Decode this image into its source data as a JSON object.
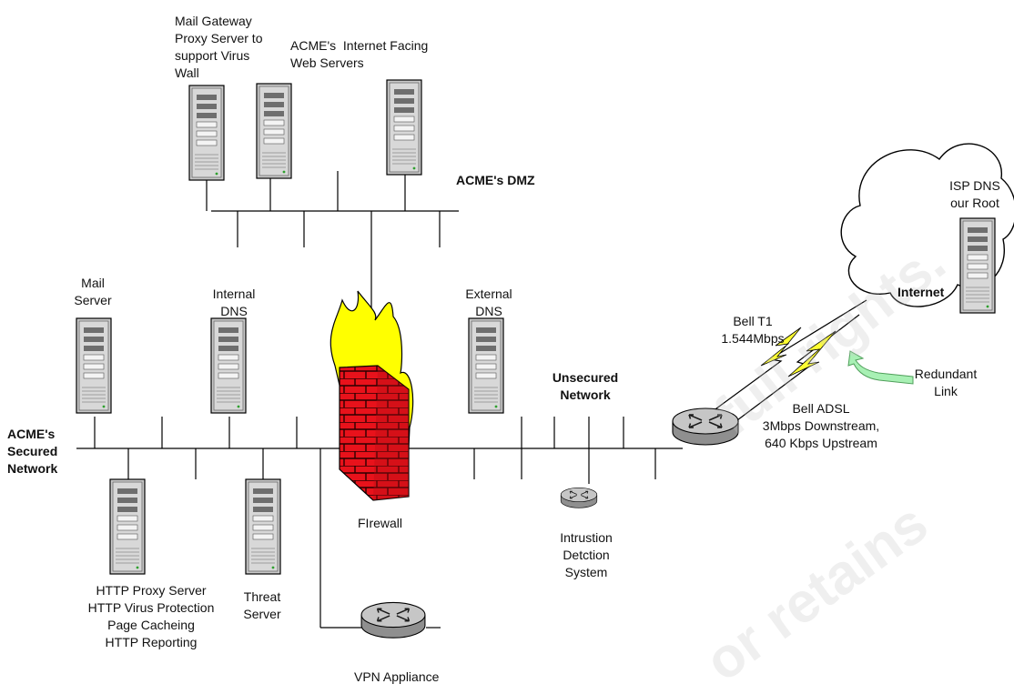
{
  "labels": {
    "mail_gateway": "Mail Gateway\nProxy Server to\nsupport Virus\nWall",
    "web_servers": "ACME's  Internet Facing\nWeb Servers",
    "dmz": "ACME's DMZ",
    "isp_dns": "ISP DNS\nour Root",
    "internet": "Internet",
    "mail_server": "Mail\nServer",
    "internal_dns": "Internal\nDNS",
    "external_dns": "External\nDNS",
    "bell_t1": "Bell T1\n1.544Mbps",
    "unsecured_network": "Unsecured\nNetwork",
    "redundant_link": "Redundant\nLink",
    "bell_adsl": "Bell ADSL\n3Mbps Downstream,\n640 Kbps Upstream",
    "secured_network": "ACME's\nSecured\nNetwork",
    "firewall": "FIrewall",
    "ids": "Intrustion\nDetction\nSystem",
    "http_proxy": "HTTP Proxy Server\nHTTP Virus Protection\nPage Cacheing\nHTTP Reporting",
    "threat_server": "Threat\nServer",
    "vpn": "VPN Appliance"
  },
  "watermark": {
    "line1": "full rights.",
    "line2": "or retains"
  },
  "colors": {
    "line": "#000000",
    "lightning": "#ffff33",
    "firewall_brick": "#e8121b",
    "flame": "#ffff00",
    "cloud_fill": "#ffffff",
    "arrow": "#a8f0b4",
    "server_body": "#c8c8c8",
    "router_body": "#b8b8b8"
  }
}
